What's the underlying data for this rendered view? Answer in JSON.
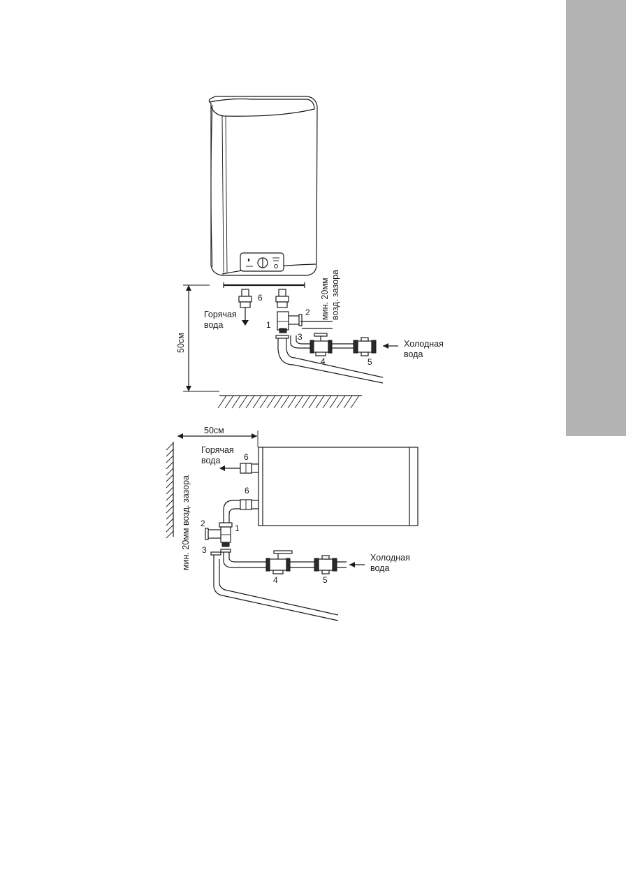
{
  "side_tab": {
    "color": "#b3b3b3"
  },
  "vertical": {
    "label_hot": [
      "Горячая",
      "вода"
    ],
    "label_cold": [
      "Холодная",
      "вода"
    ],
    "label_gap": [
      "мин. 20мм",
      "возд. зазора"
    ],
    "label_height": "50см",
    "parts": {
      "p1": "1",
      "p2": "2",
      "p3": "3",
      "p4": "4",
      "p5": "5",
      "p6": "6"
    }
  },
  "horizontal": {
    "label_hot": [
      "Горячая",
      "вода"
    ],
    "label_cold": [
      "Холодная",
      "вода"
    ],
    "label_gap": "мин. 20мм возд. зазора",
    "label_width": "50см",
    "parts": {
      "p1": "1",
      "p2": "2",
      "p3": "3",
      "p4": "4",
      "p5": "5",
      "p6a": "6",
      "p6b": "6"
    }
  }
}
